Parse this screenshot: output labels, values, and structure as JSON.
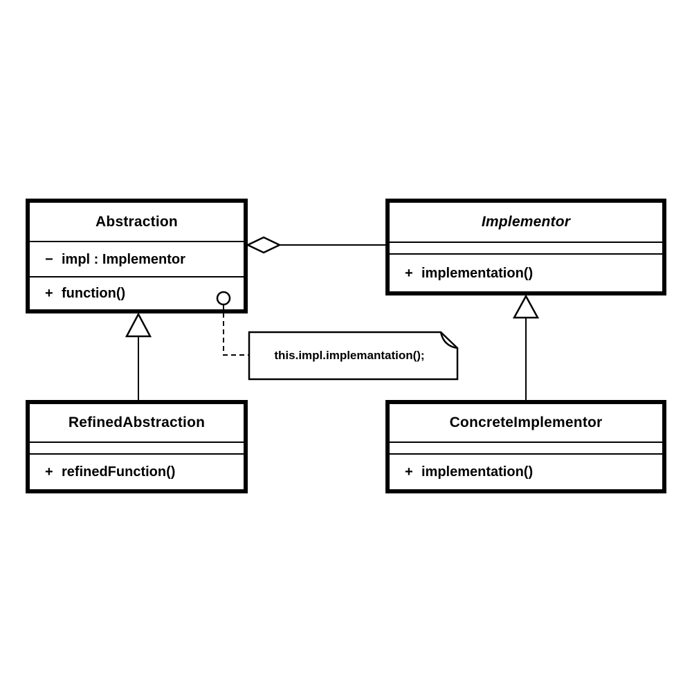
{
  "colors": {
    "line": "#000000",
    "fill": "#ffffff",
    "background": "#ffffff"
  },
  "classes": {
    "abstraction": {
      "name": "Abstraction",
      "attributes": [
        {
          "visibility": "−",
          "text": "impl : Implementor"
        }
      ],
      "operations": [
        {
          "visibility": "+",
          "text": "function()"
        }
      ]
    },
    "implementor": {
      "name": "Implementor",
      "attributes": [],
      "operations": [
        {
          "visibility": "+",
          "text": "implementation()"
        }
      ]
    },
    "refined_abstraction": {
      "name": "RefinedAbstraction",
      "attributes": [],
      "operations": [
        {
          "visibility": "+",
          "text": "refinedFunction()"
        }
      ]
    },
    "concrete_implementor": {
      "name": "ConcreteImplementor",
      "attributes": [],
      "operations": [
        {
          "visibility": "+",
          "text": "implementation()"
        }
      ]
    }
  },
  "relationships": {
    "aggregation": {
      "from": "Abstraction",
      "to": "Implementor",
      "kind": "aggregation"
    },
    "generalization_left": {
      "from": "RefinedAbstraction",
      "to": "Abstraction",
      "kind": "generalization"
    },
    "generalization_right": {
      "from": "ConcreteImplementor",
      "to": "Implementor",
      "kind": "generalization"
    }
  },
  "note": {
    "text": "this.impl.implemantation();",
    "attached_to": "function()"
  }
}
